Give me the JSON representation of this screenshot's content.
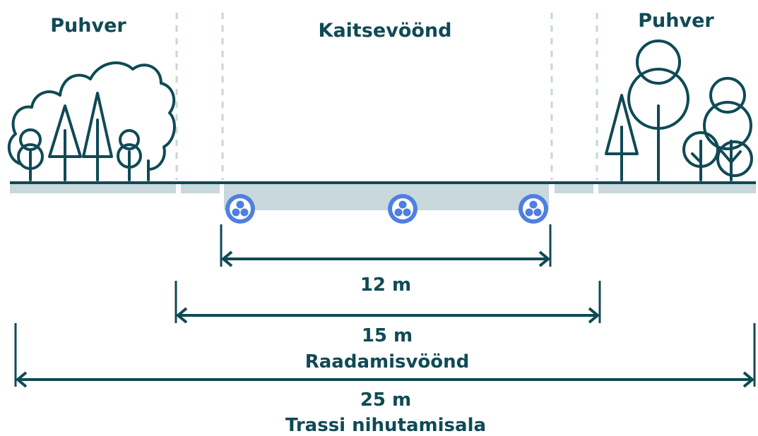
{
  "zones": {
    "buffer_left": "Puhver",
    "protection": "Kaitsevöönd",
    "buffer_right": "Puhver"
  },
  "dimensions": [
    {
      "value": "12 m",
      "caption": ""
    },
    {
      "value": "15 m",
      "caption": "Raadamisvöönd"
    },
    {
      "value": "25 m",
      "caption": "Trassi nihutamisala"
    }
  ],
  "cables": 3,
  "colors": {
    "ink": "#0f4a55",
    "strip": "#c8d8dc",
    "cable": "#4f7fe0"
  }
}
